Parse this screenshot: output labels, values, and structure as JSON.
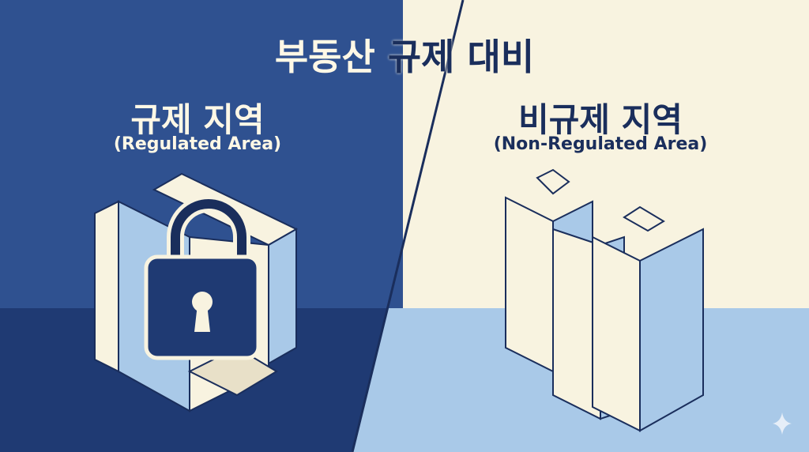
{
  "title": {
    "part1": "부동산 ",
    "part2": "규제 대비"
  },
  "left": {
    "heading": "규제 지역",
    "subheading": "(Regulated Area)",
    "icon": "padlock-icon"
  },
  "right": {
    "heading": "비규제 지역",
    "subheading": "(Non-Regulated Area)"
  },
  "colors": {
    "left_top": "#2f5190",
    "left_bottom": "#1f3a73",
    "right_top": "#f8f3e0",
    "right_bottom": "#a9c9e8",
    "ink": "#1a2e5c"
  },
  "watermark_icon": "sparkle-icon"
}
